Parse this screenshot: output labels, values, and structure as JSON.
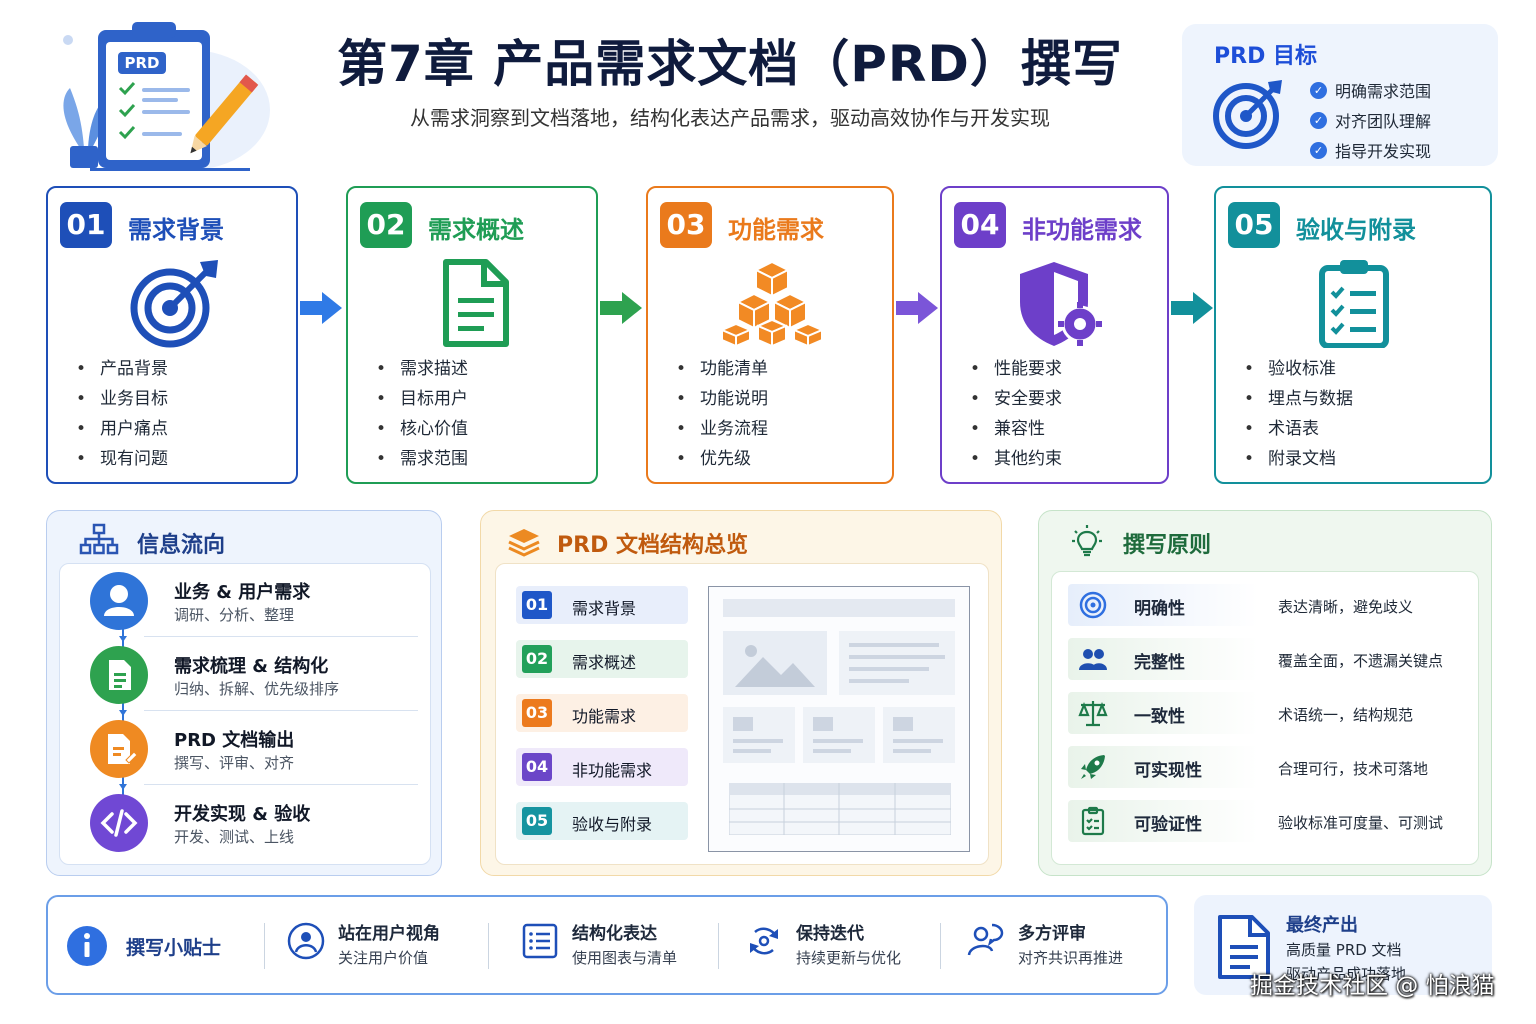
{
  "header": {
    "title": "第7章 产品需求文档（PRD）撰写",
    "subtitle": "从需求洞察到文档落地，结构化表达产品需求，驱动高效协作与开发实现",
    "badge": "PRD"
  },
  "goals": {
    "title": "PRD 目标",
    "items": [
      "明确需求范围",
      "对齐团队理解",
      "指导开发实现"
    ]
  },
  "steps": [
    {
      "num": "01",
      "title": "需求背景",
      "color": "#1e4fb8",
      "icon": "target-icon",
      "items": [
        "产品背景",
        "业务目标",
        "用户痛点",
        "现有问题"
      ]
    },
    {
      "num": "02",
      "title": "需求概述",
      "color": "#1f9d55",
      "icon": "document-icon",
      "items": [
        "需求描述",
        "目标用户",
        "核心价值",
        "需求范围"
      ]
    },
    {
      "num": "03",
      "title": "功能需求",
      "color": "#ea7a1c",
      "icon": "cubes-icon",
      "items": [
        "功能清单",
        "功能说明",
        "业务流程",
        "优先级"
      ]
    },
    {
      "num": "04",
      "title": "非功能需求",
      "color": "#6d3fc9",
      "icon": "shield-gear-icon",
      "items": [
        "性能要求",
        "安全要求",
        "兼容性",
        "其他约束"
      ]
    },
    {
      "num": "05",
      "title": "验收与附录",
      "color": "#12909b",
      "icon": "clipboard-icon",
      "items": [
        "验收标准",
        "埋点与数据",
        "术语表",
        "附录文档"
      ]
    }
  ],
  "info_flow": {
    "title": "信息流向",
    "rows": [
      {
        "title": "业务 & 用户需求",
        "desc": "调研、分析、整理",
        "color": "#2f74d8",
        "icon": "user-icon"
      },
      {
        "title": "需求梳理 & 结构化",
        "desc": "归纳、拆解、优先级排序",
        "color": "#2ea24f",
        "icon": "document-icon"
      },
      {
        "title": "PRD 文档输出",
        "desc": "撰写、评审、对齐",
        "color": "#ef8a22",
        "icon": "document-edit-icon"
      },
      {
        "title": "开发实现 & 验收",
        "desc": "开发、测试、上线",
        "color": "#7048d4",
        "icon": "code-icon"
      }
    ]
  },
  "structure": {
    "title": "PRD 文档结构总览",
    "rows": [
      {
        "num": "01",
        "label": "需求背景",
        "color": "#1f57c8",
        "bg": "#e8eefb"
      },
      {
        "num": "02",
        "label": "需求概述",
        "color": "#22a05a",
        "bg": "#e7f4ec"
      },
      {
        "num": "03",
        "label": "功能需求",
        "color": "#ec7a1d",
        "bg": "#fdf0e4"
      },
      {
        "num": "04",
        "label": "非功能需求",
        "color": "#6b46c8",
        "bg": "#efe9fa"
      },
      {
        "num": "05",
        "label": "验收与附录",
        "color": "#1694a0",
        "bg": "#e5f3f4"
      }
    ]
  },
  "principles": {
    "title": "撰写原则",
    "rows": [
      {
        "name": "明确性",
        "desc": "表达清晰，避免歧义",
        "icon": "target-icon",
        "color": "#2f6fe0"
      },
      {
        "name": "完整性",
        "desc": "覆盖全面，不遗漏关键点",
        "icon": "users-icon",
        "color": "#1f4fb0"
      },
      {
        "name": "一致性",
        "desc": "术语统一，结构规范",
        "icon": "scale-icon",
        "color": "#1e7a4a"
      },
      {
        "name": "可实现性",
        "desc": "合理可行，技术可落地",
        "icon": "rocket-icon",
        "color": "#1e7a4a"
      },
      {
        "name": "可验证性",
        "desc": "验收标准可度量、可测试",
        "icon": "clipboard-check-icon",
        "color": "#1e7a4a"
      }
    ]
  },
  "tips": {
    "title": "撰写小贴士",
    "items": [
      {
        "title": "站在用户视角",
        "desc": "关注用户价值",
        "icon": "user-circle-icon"
      },
      {
        "title": "结构化表达",
        "desc": "使用图表与清单",
        "icon": "list-icon"
      },
      {
        "title": "保持迭代",
        "desc": "持续更新与优化",
        "icon": "refresh-icon"
      },
      {
        "title": "多方评审",
        "desc": "对齐共识再推进",
        "icon": "review-icon"
      }
    ]
  },
  "final_output": {
    "title": "最终产出",
    "line1": "高质量 PRD 文档",
    "line2": "驱动产品成功落地"
  },
  "watermark": "掘金技术社区 @ 怕浪猫"
}
